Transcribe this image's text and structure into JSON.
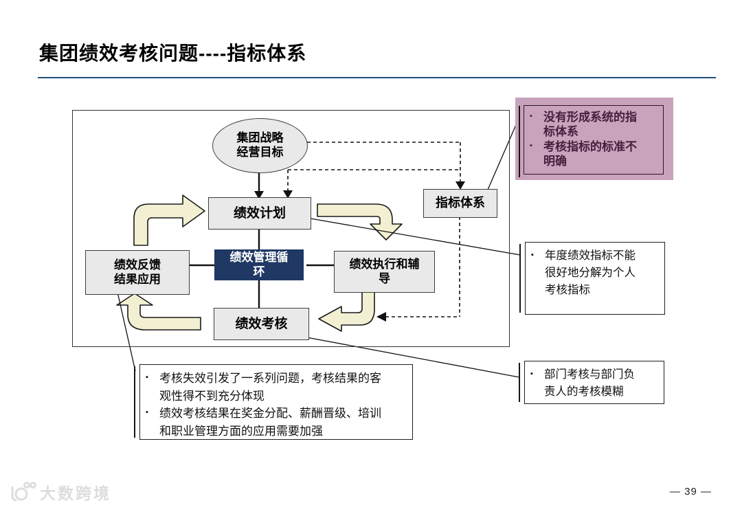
{
  "slide": {
    "title": "集团绩效考核问题----指标体系",
    "page_number": "— 39 —",
    "watermark": "大数跨境"
  },
  "icons": {
    "bullet": "▪"
  },
  "diagram": {
    "nodes": {
      "strategy": {
        "lines": [
          "集团战略",
          "经营目标"
        ]
      },
      "plan": {
        "label": "绩效计划"
      },
      "indicator": {
        "label": "指标体系"
      },
      "feedback": {
        "lines": [
          "绩效反馈",
          "结果应用"
        ]
      },
      "cycle": {
        "lines": [
          "绩效管理循",
          "环"
        ]
      },
      "execution": {
        "lines": [
          "绩效执行和辅",
          "导"
        ]
      },
      "assessment": {
        "label": "绩效考核"
      }
    }
  },
  "callouts": {
    "indicator_issues": {
      "items": [
        "没有形成系统的指标体系",
        "考核指标的标准不明确"
      ]
    },
    "annual": {
      "items": [
        "年度绩效指标不能很好地分解为个人考核指标"
      ]
    },
    "department": {
      "items": [
        "部门考核与部门负责人的考核模糊"
      ]
    },
    "failure": {
      "items": [
        "考核失效引发了一系列问题，考核结果的客观性得不到充分体现",
        "绩效考核结果在奖金分配、薪酬晋级、培训和职业管理方面的应用需要加强"
      ]
    }
  },
  "colors": {
    "title_rule": "#1F4E79",
    "node_fill": "#E9E9E9",
    "node_border": "#3C3C3C",
    "cycle_fill": "#1F3864",
    "cycle_text": "#FFFFFF",
    "pink_fill": "#C9A2BC",
    "pink_text": "#44203C",
    "arrow_fill": "#F3EFD2",
    "arrow_stroke": "#1A1A1A"
  }
}
